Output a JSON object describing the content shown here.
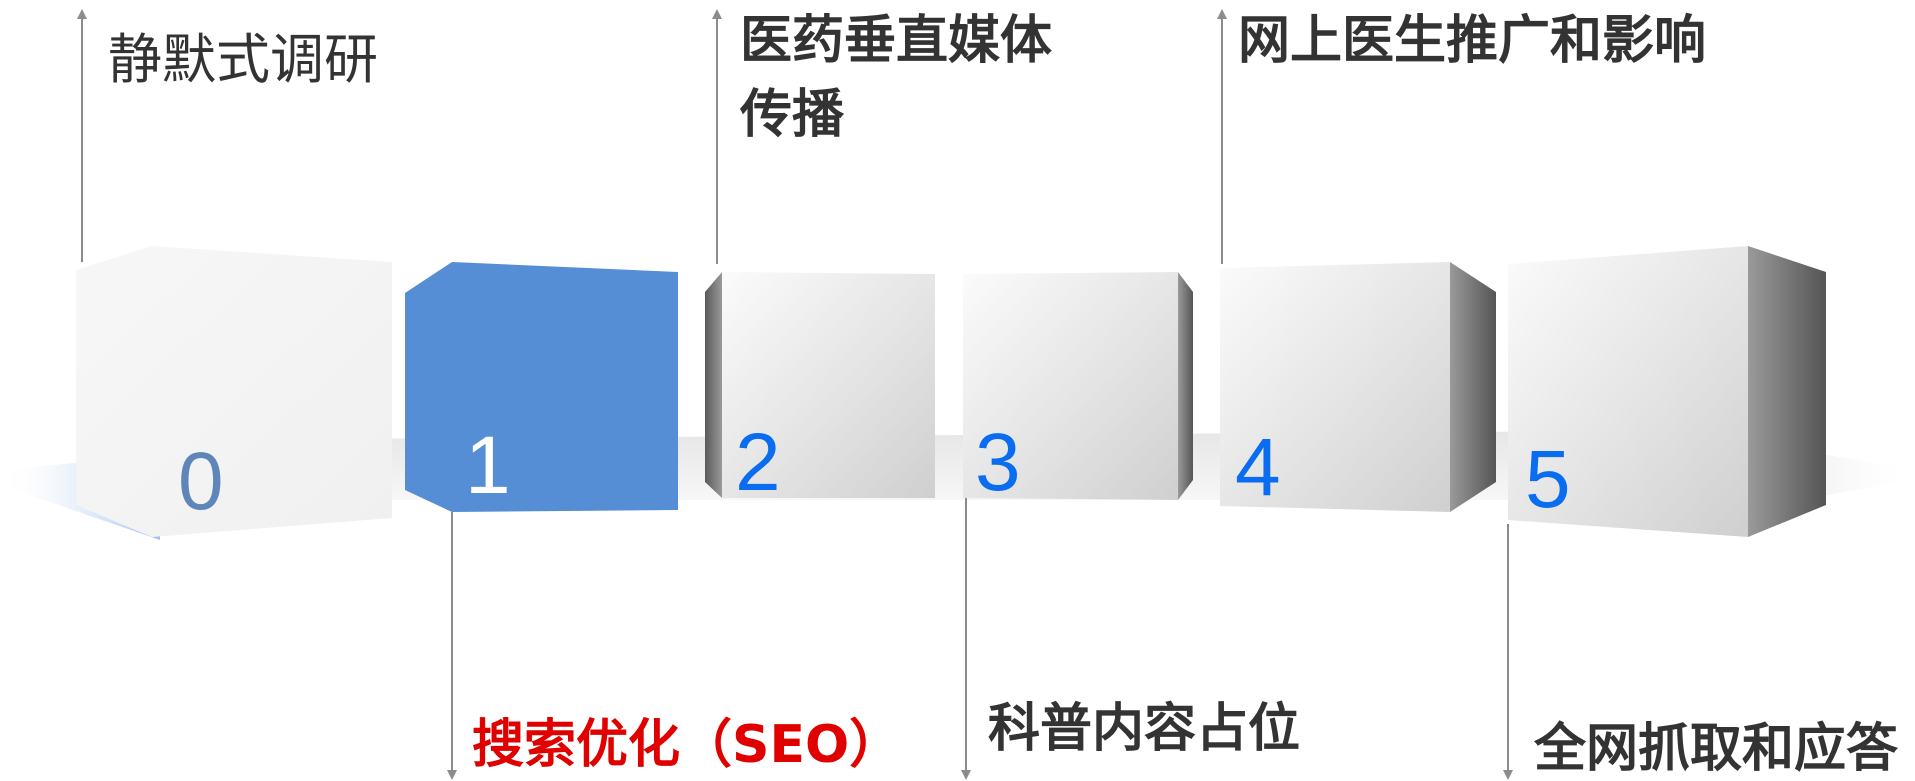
{
  "steps": [
    {
      "number": "0",
      "label": "静默式调研"
    },
    {
      "number": "1",
      "label": "搜索优化（SEO）"
    },
    {
      "number": "2",
      "label": "医药垂直媒体传播"
    },
    {
      "number": "3",
      "label": "科普内容占位"
    },
    {
      "number": "4",
      "label": "网上医生推广和影响"
    },
    {
      "number": "5",
      "label": "全网抓取和应答"
    }
  ],
  "colors": {
    "highlight_cube": "#558ed5",
    "number_blue": "#0a6cf0",
    "number_faded": "#5e86b8",
    "highlight_label": "#e00000",
    "label_text": "#333333",
    "arrow": "#8c8c8c"
  },
  "highlighted_step": 1
}
